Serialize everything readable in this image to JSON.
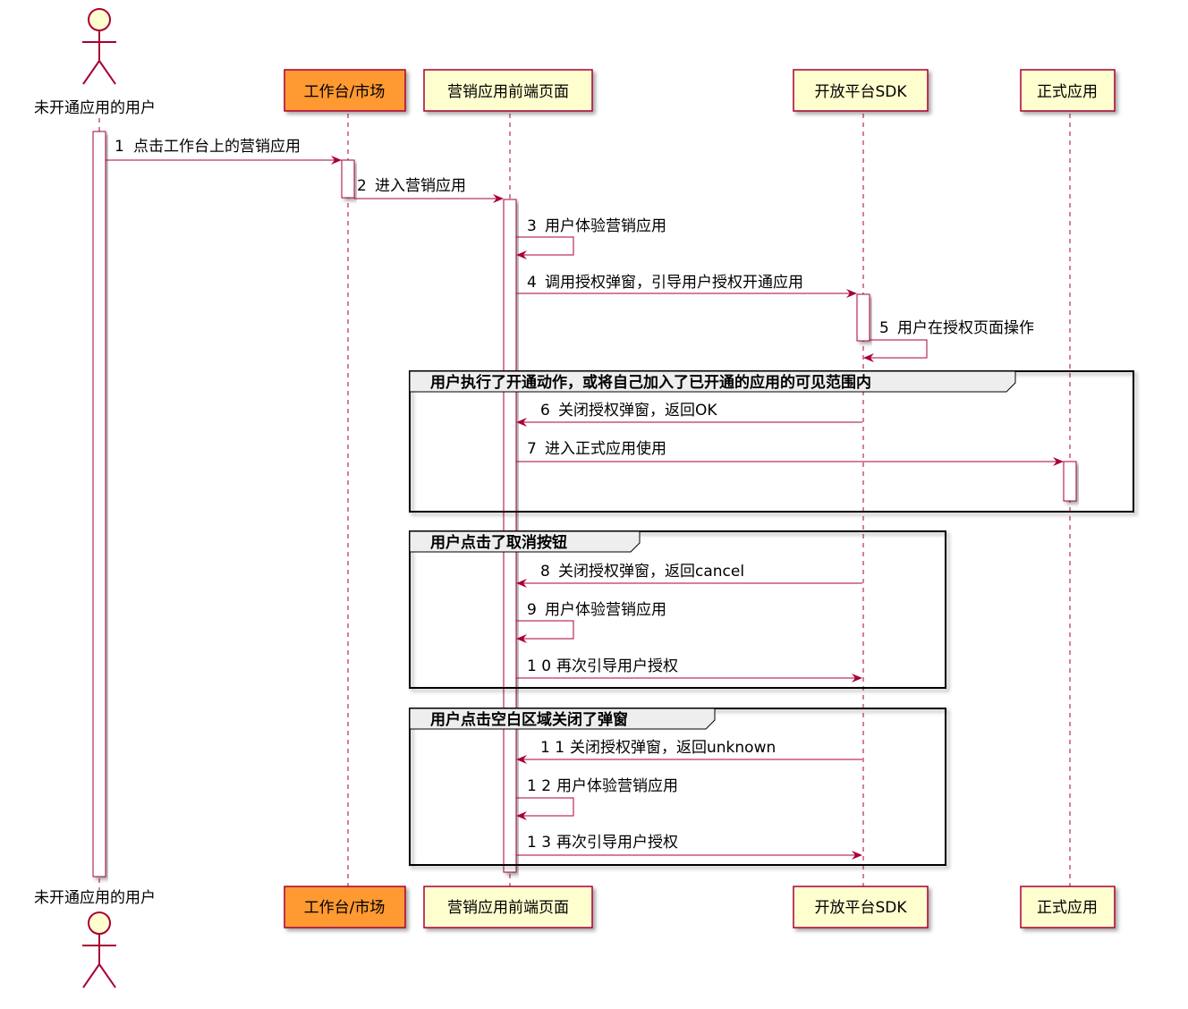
{
  "colors": {
    "message": "#A80036",
    "lifeline": "#A80036",
    "participant_fill": "#FEFECE",
    "highlight_fill": "#FF9933",
    "activation_fill": "#FFFFFF",
    "group_header_fill": "#EEEEEE",
    "actor_fill": "#FEFECE"
  },
  "participants": [
    {
      "id": "user",
      "label": "未开通应用的用户",
      "kind": "actor"
    },
    {
      "id": "workbench",
      "label": "工作台/市场",
      "kind": "box",
      "highlight": true
    },
    {
      "id": "frontend",
      "label": "营销应用前端页面",
      "kind": "box",
      "highlight": false
    },
    {
      "id": "sdk",
      "label": "开放平台SDK",
      "kind": "box",
      "highlight": false
    },
    {
      "id": "app",
      "label": "正式应用",
      "kind": "box",
      "highlight": false
    }
  ],
  "messages": [
    {
      "num": "1",
      "text": "点击工作台上的营销应用",
      "from": "user",
      "to": "workbench"
    },
    {
      "num": "2",
      "text": "进入营销应用",
      "from": "workbench",
      "to": "frontend"
    },
    {
      "num": "3",
      "text": "用户体验营销应用",
      "from": "frontend",
      "to": "frontend"
    },
    {
      "num": "4",
      "text": "调用授权弹窗，引导用户授权开通应用",
      "from": "frontend",
      "to": "sdk"
    },
    {
      "num": "5",
      "text": "用户在授权页面操作",
      "from": "sdk",
      "to": "sdk"
    },
    {
      "num": "6",
      "text": "关闭授权弹窗，返回OK",
      "from": "sdk",
      "to": "frontend"
    },
    {
      "num": "7",
      "text": "进入正式应用使用",
      "from": "frontend",
      "to": "app"
    },
    {
      "num": "8",
      "text": "关闭授权弹窗，返回cancel",
      "from": "sdk",
      "to": "frontend"
    },
    {
      "num": "9",
      "text": "用户体验营销应用",
      "from": "frontend",
      "to": "frontend"
    },
    {
      "num": "1 0",
      "text": "再次引导用户授权",
      "from": "frontend",
      "to": "sdk"
    },
    {
      "num": "1 1",
      "text": "关闭授权弹窗，返回unknown",
      "from": "sdk",
      "to": "frontend"
    },
    {
      "num": "1 2",
      "text": "用户体验营销应用",
      "from": "frontend",
      "to": "frontend"
    },
    {
      "num": "1 3",
      "text": "再次引导用户授权",
      "from": "frontend",
      "to": "sdk"
    }
  ],
  "groups": [
    {
      "title": "用户执行了开通动作，或将自己加入了已开通的应用的可见范围内"
    },
    {
      "title": "用户点击了取消按钮"
    },
    {
      "title": "用户点击空白区域关闭了弹窗"
    }
  ]
}
